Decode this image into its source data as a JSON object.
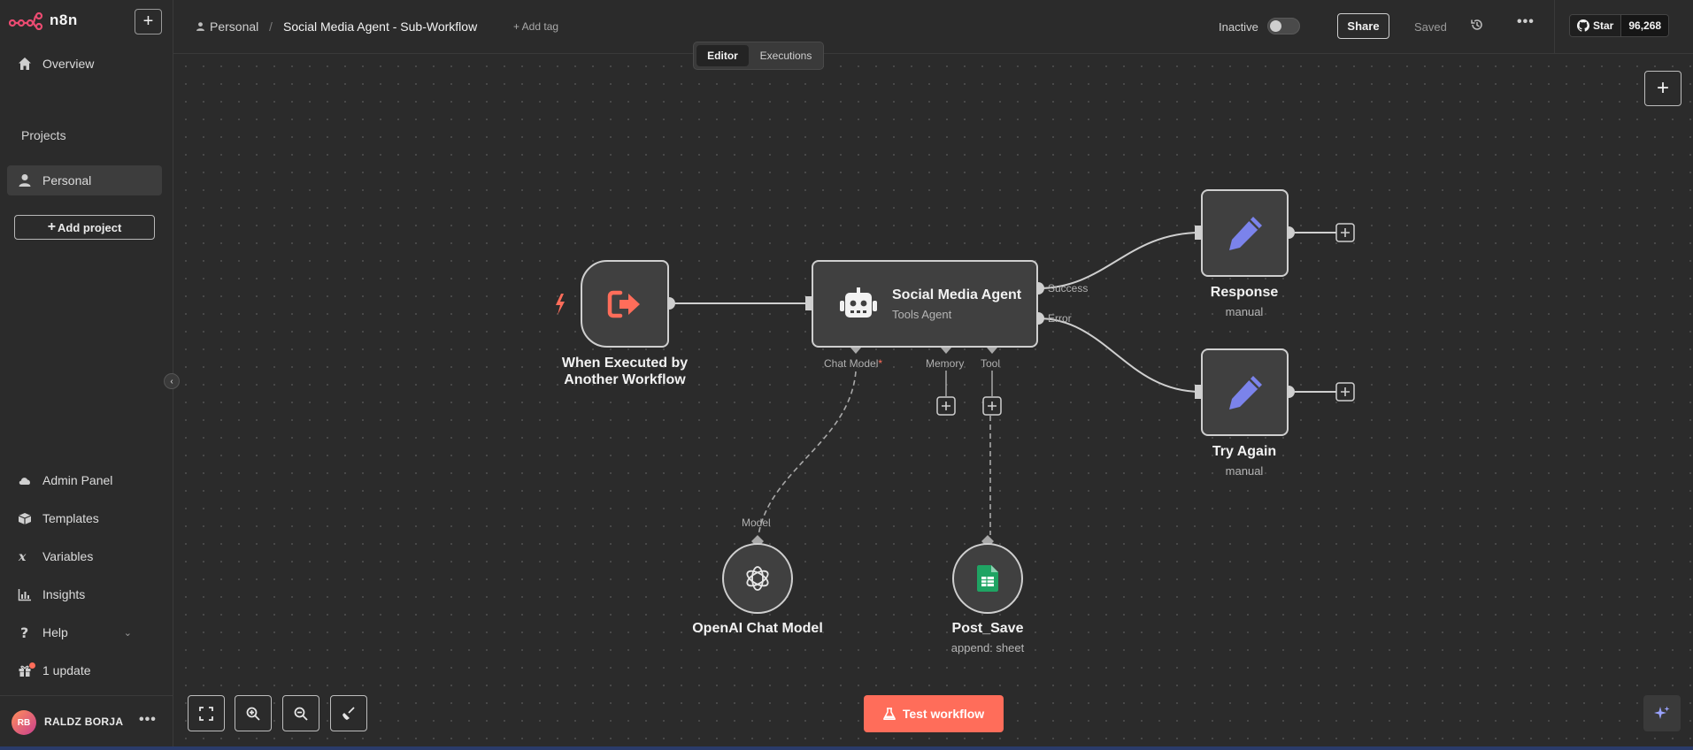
{
  "app": {
    "logo_text": "n8n"
  },
  "sidebar": {
    "overview": "Overview",
    "projects_heading": "Projects",
    "personal": "Personal",
    "add_project": "Add project",
    "admin_panel": "Admin Panel",
    "templates": "Templates",
    "variables": "Variables",
    "insights": "Insights",
    "help": "Help",
    "update": "1 update",
    "user_initials": "RB",
    "user_name": "RALDZ BORJA"
  },
  "header": {
    "project": "Personal",
    "separator": "/",
    "workflow_title": "Social Media Agent - Sub-Workflow",
    "add_tag": "+ Add tag",
    "status": "Inactive",
    "share": "Share",
    "saved": "Saved",
    "github_star": "Star",
    "github_count": "96,268"
  },
  "tabs": {
    "editor": "Editor",
    "executions": "Executions"
  },
  "nodes": {
    "trigger": {
      "title_line1": "When Executed by",
      "title_line2": "Another Workflow"
    },
    "agent": {
      "title": "Social Media Agent",
      "subtitle": "Tools Agent",
      "out_success": "Success",
      "out_error": "Error",
      "in_chat_model": "Chat Model",
      "in_chat_model_required": "*",
      "in_memory": "Memory",
      "in_tool": "Tool"
    },
    "response": {
      "title": "Response",
      "subtitle": "manual"
    },
    "try_again": {
      "title": "Try Again",
      "subtitle": "manual"
    },
    "openai": {
      "title": "OpenAI Chat Model",
      "port_label": "Model"
    },
    "post_save": {
      "title": "Post_Save",
      "subtitle": "append: sheet"
    }
  },
  "footer": {
    "test_workflow": "Test workflow"
  },
  "colors": {
    "accent": "#ff6d5a",
    "set_node_icon": "#7b83eb",
    "sheets_green": "#1fa463"
  }
}
